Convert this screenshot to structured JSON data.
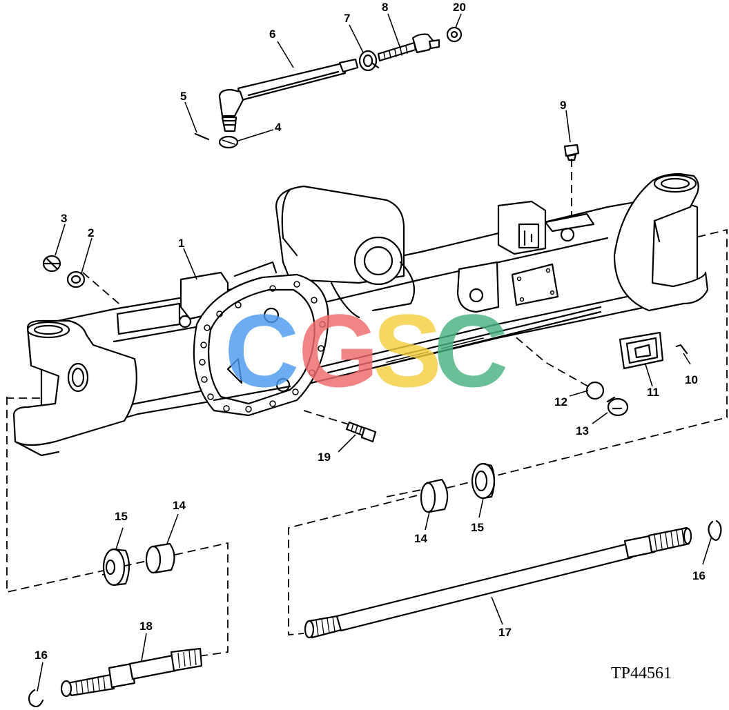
{
  "figure_ref": "TP44561",
  "watermark": {
    "letters": [
      "C",
      "G",
      "S",
      "C"
    ],
    "colors": [
      "#4d9af0",
      "#ef6b6b",
      "#f5cf3f",
      "#49b27f"
    ]
  },
  "callouts": [
    {
      "id": "c1",
      "text": "1"
    },
    {
      "id": "c2",
      "text": "2"
    },
    {
      "id": "c3",
      "text": "3"
    },
    {
      "id": "c4",
      "text": "4"
    },
    {
      "id": "c5",
      "text": "5"
    },
    {
      "id": "c6",
      "text": "6"
    },
    {
      "id": "c7",
      "text": "7"
    },
    {
      "id": "c8",
      "text": "8"
    },
    {
      "id": "c9",
      "text": "9"
    },
    {
      "id": "c10",
      "text": "10"
    },
    {
      "id": "c11",
      "text": "11"
    },
    {
      "id": "c12",
      "text": "12"
    },
    {
      "id": "c13",
      "text": "13"
    },
    {
      "id": "c14a",
      "text": "14"
    },
    {
      "id": "c14b",
      "text": "14"
    },
    {
      "id": "c15a",
      "text": "15"
    },
    {
      "id": "c15b",
      "text": "15"
    },
    {
      "id": "c16a",
      "text": "16"
    },
    {
      "id": "c16b",
      "text": "16"
    },
    {
      "id": "c17",
      "text": "17"
    },
    {
      "id": "c18",
      "text": "18"
    },
    {
      "id": "c19",
      "text": "19"
    },
    {
      "id": "c20",
      "text": "20"
    }
  ]
}
